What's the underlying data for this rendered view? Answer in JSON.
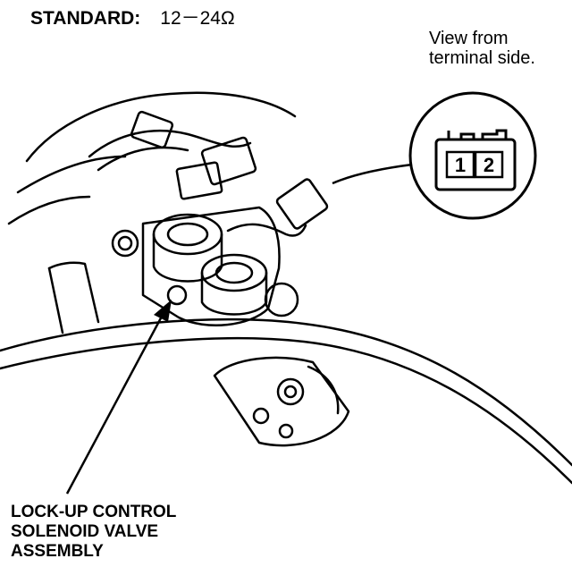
{
  "spec": {
    "label": "STANDARD:",
    "value": "12－24Ω"
  },
  "view_note": {
    "line1": "View from",
    "line2": "terminal side."
  },
  "connector": {
    "terminal_1": "1",
    "terminal_2": "2"
  },
  "callout": {
    "line1": "LOCK-UP CONTROL",
    "line2": "SOLENOID VALVE",
    "line3": "ASSEMBLY"
  }
}
